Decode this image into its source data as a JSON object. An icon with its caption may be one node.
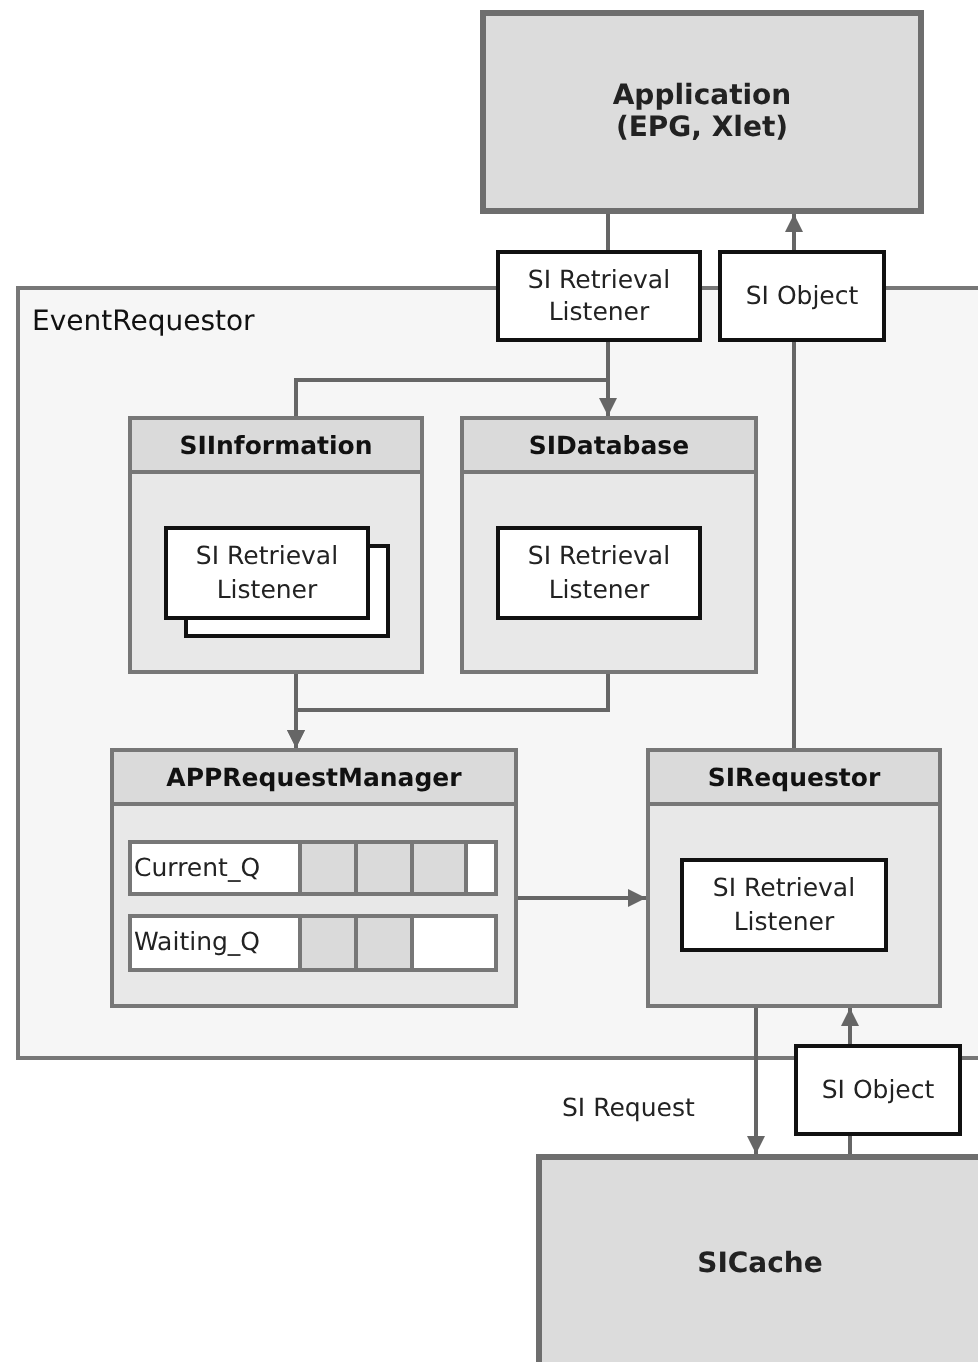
{
  "diagram": {
    "nodes": [
      {
        "text": [
          "Application (EPG, Xlet)"
        ]
      },
      {
        "text": [
          "SI Retrieval Listener"
        ]
      },
      {
        "text": [
          "SI Object"
        ]
      },
      {
        "text": [
          "EventRequestor"
        ]
      },
      {
        "text": [
          "SIInformation"
        ],
        "in": 3
      },
      {
        "text": [
          "SI Retrieval Listener"
        ],
        "in": 4
      },
      {
        "text": [
          "SIDatabase"
        ],
        "in": 3
      },
      {
        "text": [
          "SI Retrieval Listener"
        ],
        "in": 6
      },
      {
        "text": [
          "APPRequestManager"
        ],
        "in": 3
      },
      {
        "text": [
          "Current_Q"
        ],
        "in": 8
      },
      {
        "text": [
          "Waiting_Q"
        ],
        "in": 8
      },
      {
        "text": [
          "SIRequestor"
        ],
        "in": 3
      },
      {
        "text": [
          "SI Retrieval Listener"
        ],
        "in": 11
      },
      {
        "text": [
          "SI Object"
        ]
      },
      {
        "text": [
          "SICache"
        ]
      }
    ],
    "edges": [
      {
        "from": 0,
        "to": 1,
        "arrow": "none"
      },
      {
        "from": 1,
        "to": 6,
        "arrow": "to"
      },
      {
        "from": 1,
        "to": 4,
        "arrow": "none"
      },
      {
        "from": 4,
        "to": 8,
        "arrow": "to"
      },
      {
        "from": 6,
        "to": 8,
        "arrow": "to"
      },
      {
        "from": 8,
        "to": 11,
        "arrow": "to"
      },
      {
        "from": 11,
        "to": 2,
        "arrow": "none"
      },
      {
        "from": 2,
        "to": 0,
        "arrow": "to"
      },
      {
        "from": 11,
        "to": 14,
        "arrow": "to",
        "label": "SI Request"
      },
      {
        "from": 14,
        "to": 13,
        "arrow": "none"
      },
      {
        "from": 13,
        "to": 11,
        "arrow": "to"
      }
    ]
  }
}
